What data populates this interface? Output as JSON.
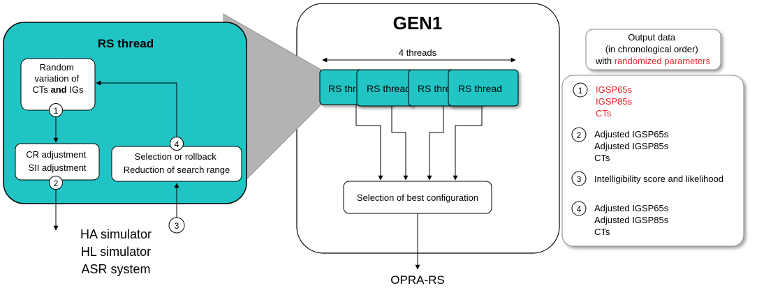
{
  "rs_thread": {
    "title": "RS thread",
    "random_box": [
      "Random",
      "variation of",
      "CTs",
      "and",
      "IGs"
    ],
    "cr_box": [
      "CR adjustment",
      "SII adjustment"
    ],
    "selection_box": [
      "Selection or rollback",
      "Reduction of search range"
    ],
    "step_numbers": [
      "1",
      "2",
      "3",
      "4"
    ],
    "outputs": [
      "HA simulator",
      "HL simulator",
      "ASR system"
    ]
  },
  "gen1": {
    "title": "GEN1",
    "threads_label": "4 threads",
    "thread_boxes": [
      "RS thread",
      "RS thread",
      "RS thread",
      "RS thread"
    ],
    "best_config": "Selection of best configuration",
    "output_label": "OPRA-RS"
  },
  "output_data": {
    "header_line1": "Output data",
    "header_line2": "(in chronological order)",
    "header_line3_prefix": "with",
    "header_line3_highlight": "randomized parameters",
    "highlight_color": "#e8262b",
    "items": [
      {
        "number": "1",
        "lines": [
          "IGSP65s",
          "IGSP85s",
          "CTs"
        ],
        "red": true
      },
      {
        "number": "2",
        "lines": [
          "Adjusted IGSP65s",
          "Adjusted IGSP85s",
          "CTs"
        ],
        "red": false
      },
      {
        "number": "3",
        "lines": [
          "Intelligibility score and likelihood"
        ],
        "red": false
      },
      {
        "number": "4",
        "lines": [
          "Adjusted IGSP65s",
          "Adjusted IGSP85s",
          "CTs"
        ],
        "red": false
      }
    ]
  },
  "colors": {
    "teal": "#20c4c4",
    "gray_projection": "#b3b3b3"
  }
}
